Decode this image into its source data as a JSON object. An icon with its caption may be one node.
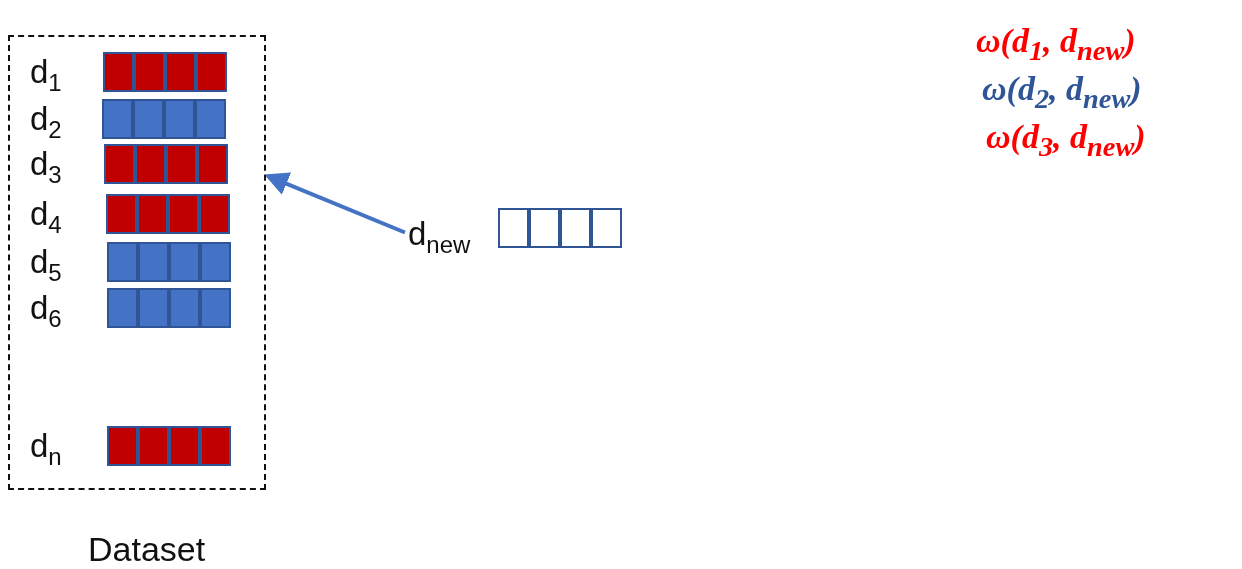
{
  "diagram": {
    "nodes": [
      {
        "text": [
          "Dataset"
        ]
      },
      {
        "text": [
          "d$_{1}$"
        ],
        "in": 0
      },
      {
        "text": [
          "d$_{2}$"
        ],
        "in": 0
      },
      {
        "text": [
          "d$_{3}$"
        ],
        "in": 0
      },
      {
        "text": [
          "d$_{4}$"
        ],
        "in": 0
      },
      {
        "text": [
          "d$_{5}$"
        ],
        "in": 0
      },
      {
        "text": [
          "d$_{6}$"
        ],
        "in": 0
      },
      {
        "text": [
          "d$_{n}$"
        ],
        "in": 0
      },
      {
        "text": [
          "d$_{new}$"
        ]
      }
    ],
    "edges": [
      {
        "from": 8,
        "to": 0,
        "arrow": "to"
      }
    ],
    "labels": [
      "ω(d$_{1}$, d$_{new}$)",
      "ω(d$_{2}$, d$_{new}$)",
      "ω(d$_{3}$, d$_{new}$)"
    ]
  }
}
